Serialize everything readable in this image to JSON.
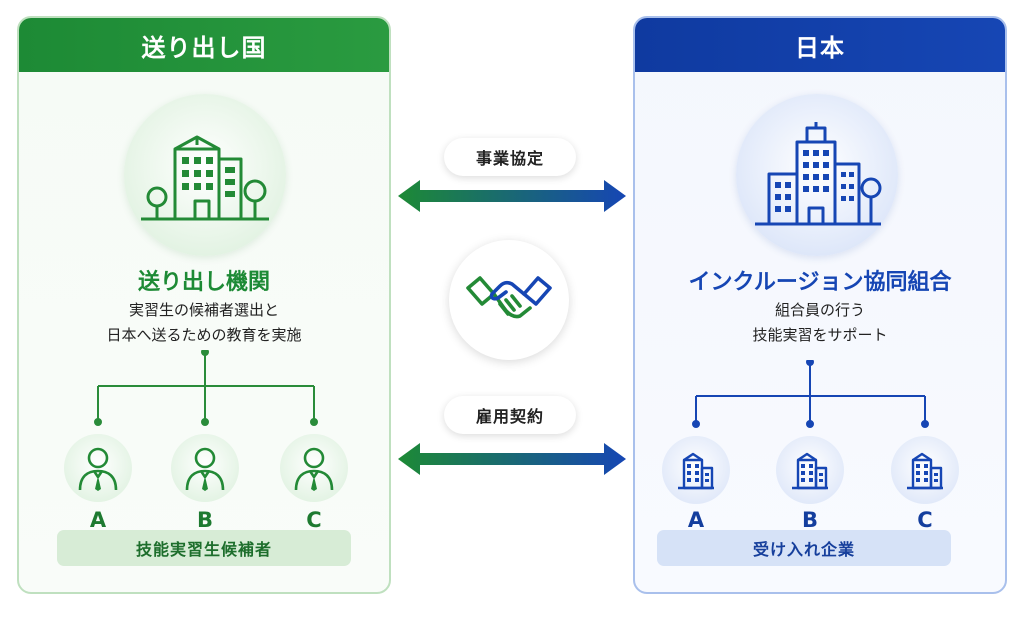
{
  "left": {
    "header": "送り出し国",
    "org_title": "送り出し機関",
    "desc_line1": "実習生の候補者選出と",
    "desc_line2": "日本へ送るための教育を実施",
    "members": [
      "A",
      "B",
      "C"
    ],
    "footer": "技能実習生候補者",
    "color": "#1d8a35"
  },
  "right": {
    "header": "日本",
    "org_title": "インクルージョン協同組合",
    "desc_line1": "組合員の行う",
    "desc_line2": "技能実習をサポート",
    "members": [
      "A",
      "B",
      "C"
    ],
    "footer": "受け入れ企業",
    "color": "#1646b4"
  },
  "center": {
    "agreement_label": "事業協定",
    "contract_label": "雇用契約"
  },
  "icons": {
    "left_main": "building-icon",
    "right_main": "office-building-icon",
    "center": "handshake-icon",
    "left_member": "person-icon",
    "right_member": "company-building-icon"
  }
}
